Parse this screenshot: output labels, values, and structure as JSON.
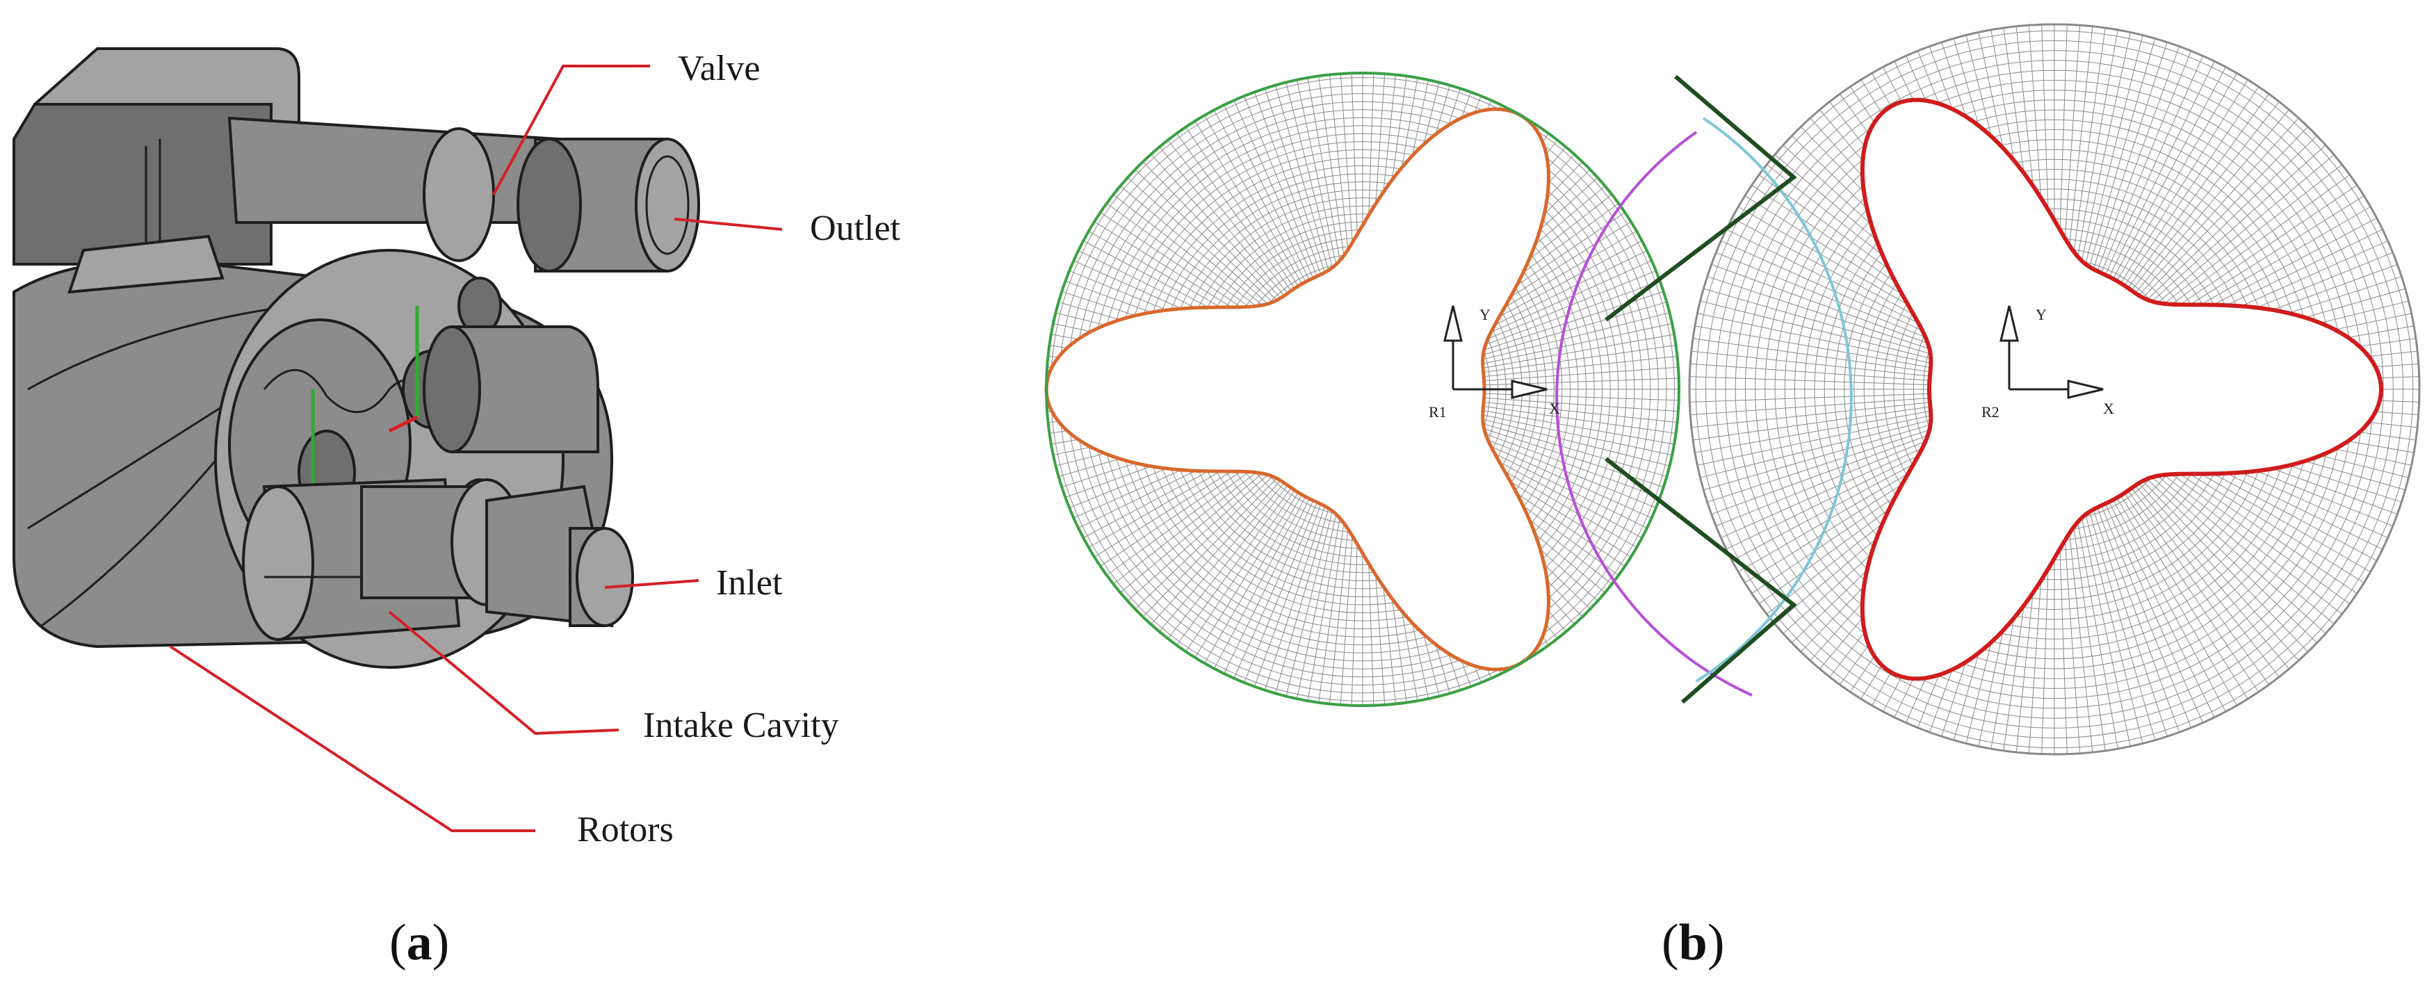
{
  "panel_a": {
    "label": "a",
    "callouts": {
      "valve": "Valve",
      "outlet": "Outlet",
      "inlet": "Inlet",
      "intake_cavity": "Intake Cavity",
      "rotors": "Rotors"
    }
  },
  "panel_b": {
    "label": "b",
    "rotor1": {
      "name": "R1",
      "axis_x": "X",
      "axis_y": "Y"
    },
    "rotor2": {
      "name": "R2",
      "axis_x": "X",
      "axis_y": "Y"
    }
  },
  "colors": {
    "leader": "#d42028",
    "housing": "#8c8c8c",
    "mesh": "#8a8a8a",
    "rotor1_profile": "#d9682e",
    "rotor2_profile": "#d01c1c",
    "bore1": "#3aa045",
    "bore2_arc": "#b64fd6",
    "bore2_cyan": "#7fc6d6",
    "cusp": "#1f4d1f"
  }
}
